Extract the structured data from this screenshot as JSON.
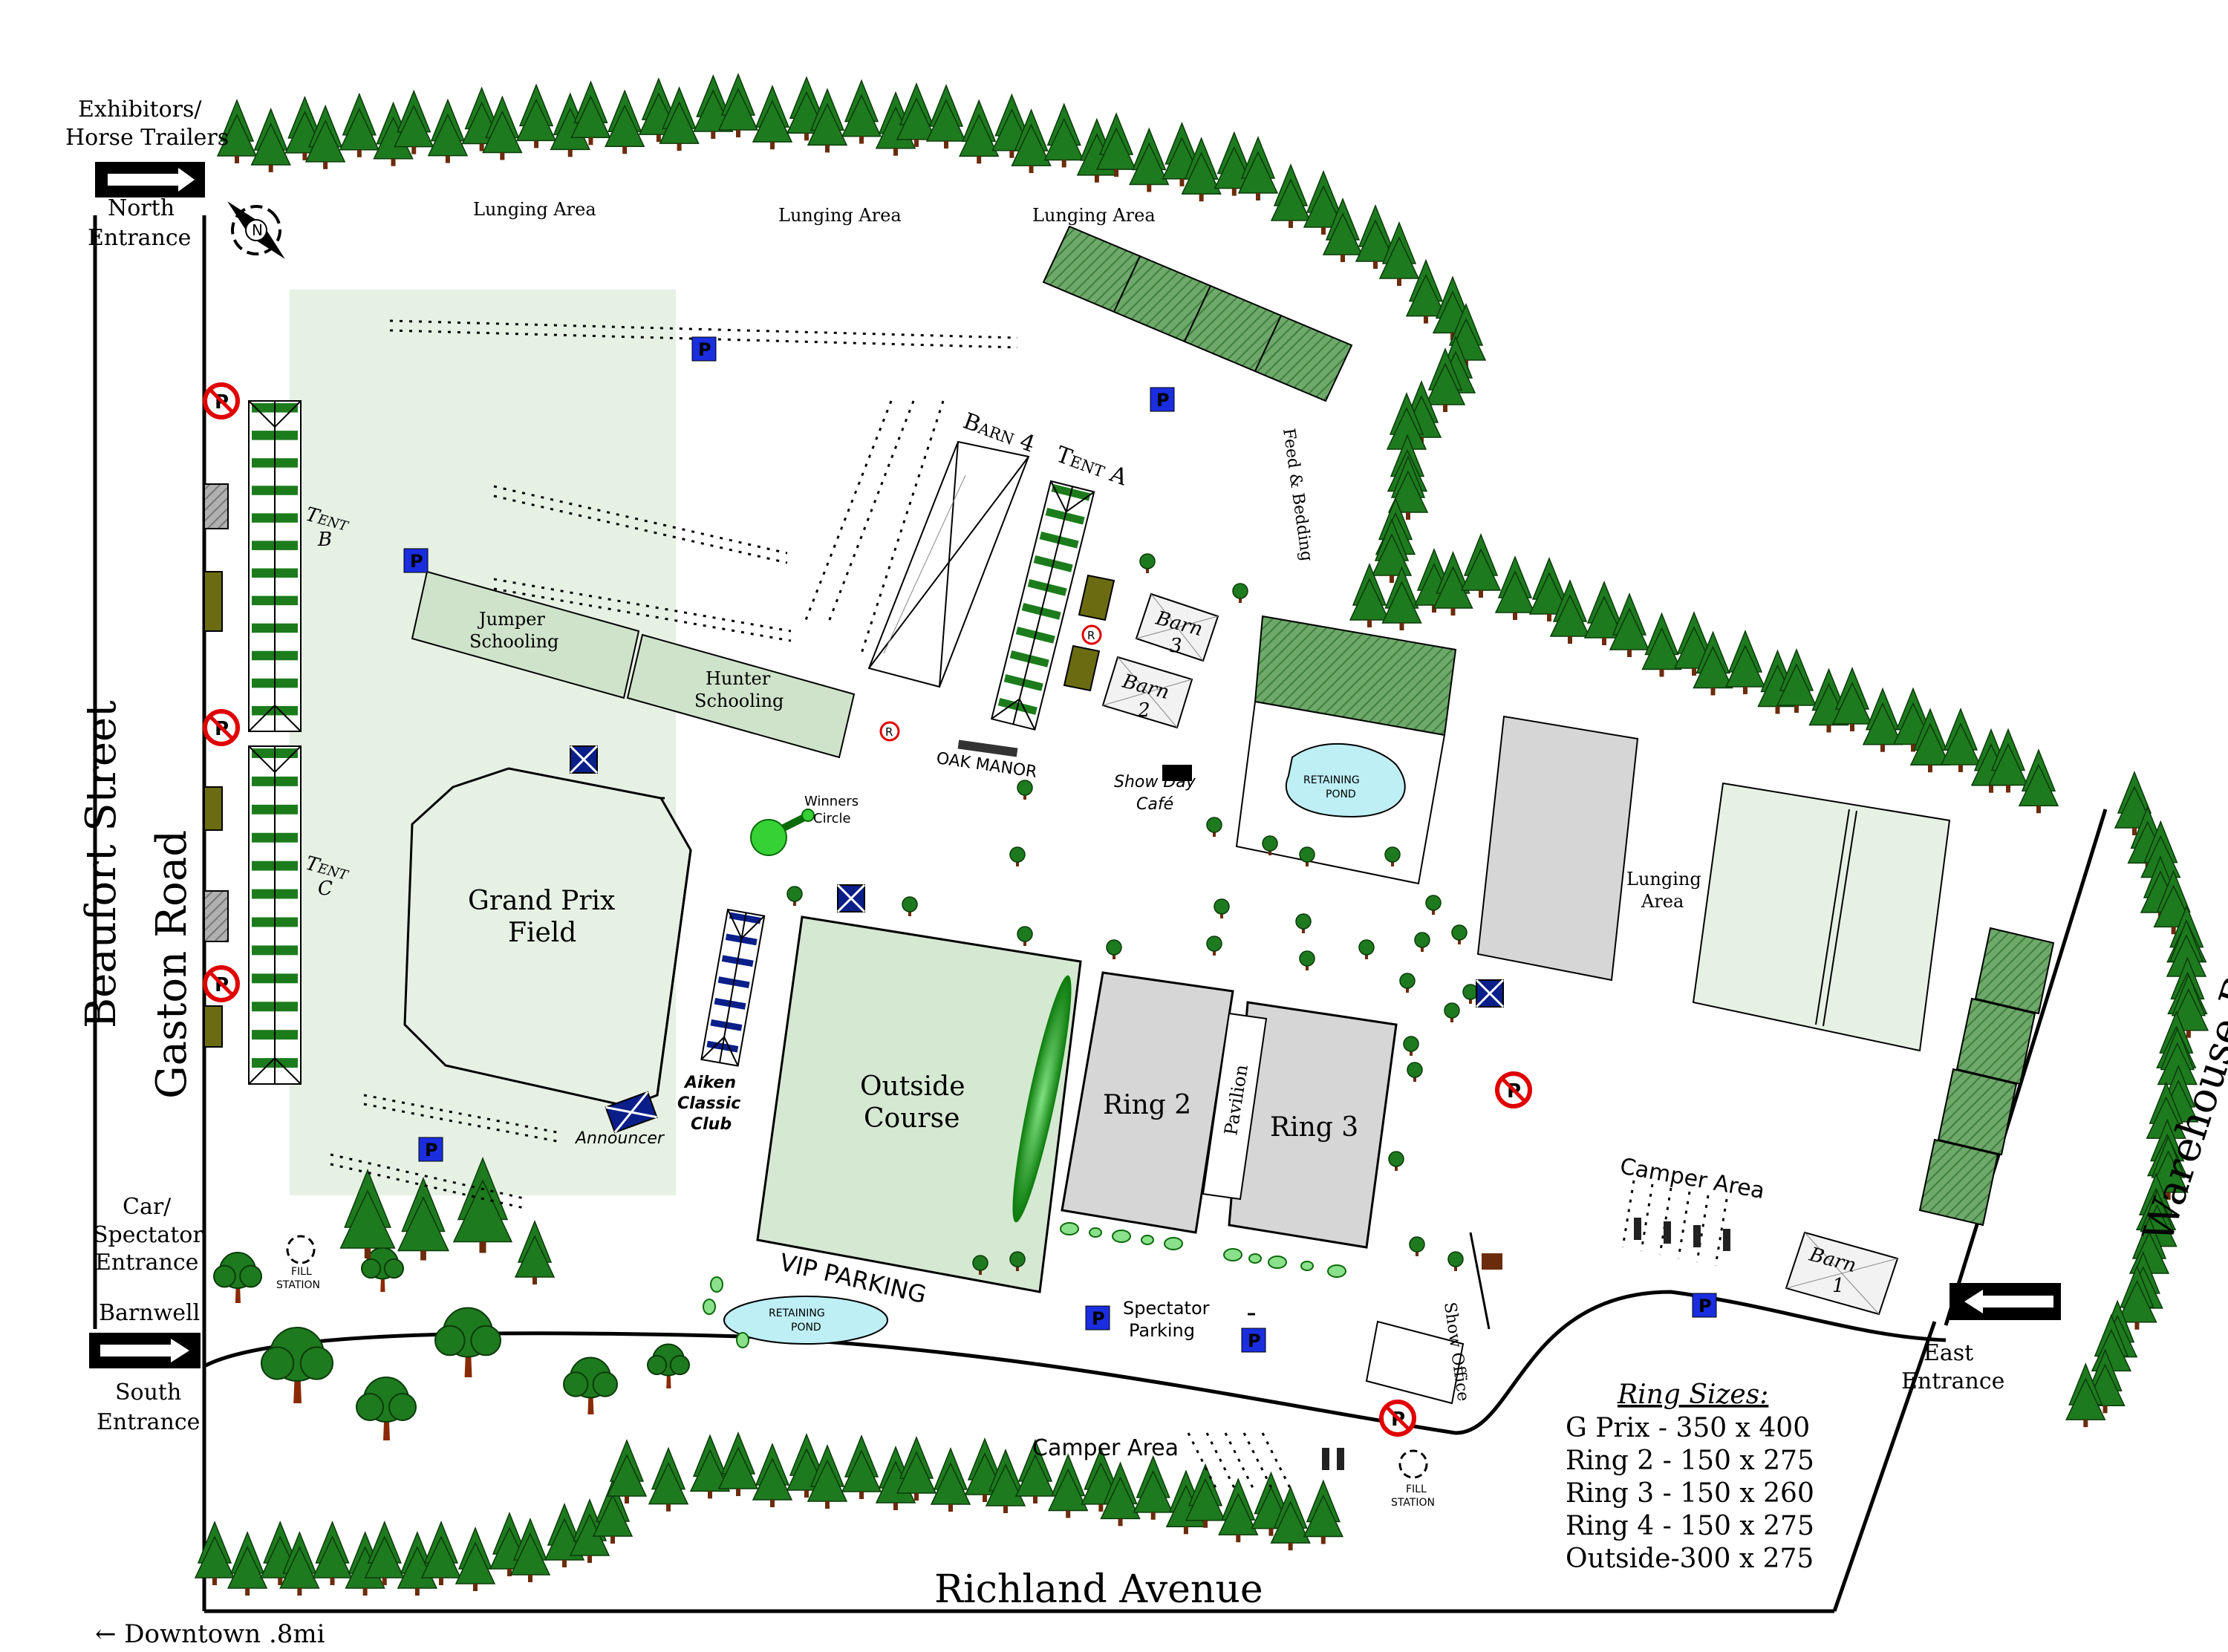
{
  "roads": {
    "beaufort": "Beaufort Street",
    "gaston": "Gaston Road",
    "warehouse": "Warehouse Road",
    "richland": "Richland Avenue",
    "barnwell": "Barnwell",
    "downtown": "← Downtown .8mi"
  },
  "entrances": {
    "north_line1": "Exhibitors/",
    "north_line2": "Horse Trailers",
    "north_line3": "North",
    "north_line4": "Entrance",
    "car_line1": "Car/",
    "car_line2": "Spectator",
    "car_line3": "Entrance",
    "south_line1": "South",
    "south_line2": "Entrance",
    "east_line1": "East",
    "east_line2": "Entrance"
  },
  "areas": {
    "lunging1": "Lunging Area",
    "lunging2": "Lunging Area",
    "lunging3": "Lunging Area",
    "lunging4_line1": "Lunging",
    "lunging4_line2": "Area",
    "jumper_line1": "Jumper",
    "jumper_line2": "Schooling",
    "hunter_line1": "Hunter",
    "hunter_line2": "Schooling",
    "grandprix_line1": "Grand Prix",
    "grandprix_line2": "Field",
    "outside_line1": "Outside",
    "outside_line2": "Course",
    "ring2": "Ring 2",
    "ring3": "Ring 3",
    "pavilion": "Pavilion",
    "vip": "VIP PARKING",
    "spectator_line1": "Spectator",
    "spectator_line2": "Parking",
    "camper1": "Camper Area",
    "camper2": "Camper Area",
    "feed": "Feed & Bedding",
    "show_office": "Show Office",
    "winners_line1": "Winners",
    "winners_line2": "Circle",
    "oak_manor": "OAK MANOR",
    "cafe_line1": "Show Day",
    "cafe_line2": "Café",
    "aiken_line1": "Aiken",
    "aiken_line2": "Classic",
    "aiken_line3": "Club",
    "announcer": "Announcer",
    "pond1_line1": "RETAINING",
    "pond1_line2": "POND",
    "pond2_line1": "RETAINING",
    "pond2_line2": "POND",
    "fill1_line1": "FILL",
    "fill1_line2": "STATION",
    "fill2_line1": "FILL",
    "fill2_line2": "STATION"
  },
  "structures": {
    "barn4": "Barn 4",
    "tentA": "Tent A",
    "tentB_line1": "Tent",
    "tentB_line2": "B",
    "tentC_line1": "Tent",
    "tentC_line2": "C",
    "barn3_line1": "Barn",
    "barn3_line2": "3",
    "barn2_line1": "Barn",
    "barn2_line2": "2",
    "barn1_line1": "Barn",
    "barn1_line2": "1"
  },
  "legend": {
    "title": "Ring Sizes:",
    "rows": [
      "G Prix - 350 x 400",
      "Ring 2 - 150 x 275",
      "Ring 3 - 150 x 260",
      "Ring 4 - 150 x 275",
      "Outside-300 x 275"
    ]
  },
  "icons": {
    "parking": "parking-icon",
    "no_parking": "no-parking-icon",
    "compass": "compass-icon",
    "restroom": "restroom-icon",
    "tree": "tree-icon",
    "arrow": "arrow-icon",
    "parking_letter": "P",
    "restroom_letter": "R"
  },
  "colors": {
    "tree_green": "#1e7a1e",
    "field_green": "#e6f1e4",
    "ring_gray": "#d6d6d6",
    "pond_blue": "#bdeff5",
    "parking_blue": "#1a2ee0",
    "no_parking_red": "#e00000",
    "olive": "#6b6b12"
  }
}
